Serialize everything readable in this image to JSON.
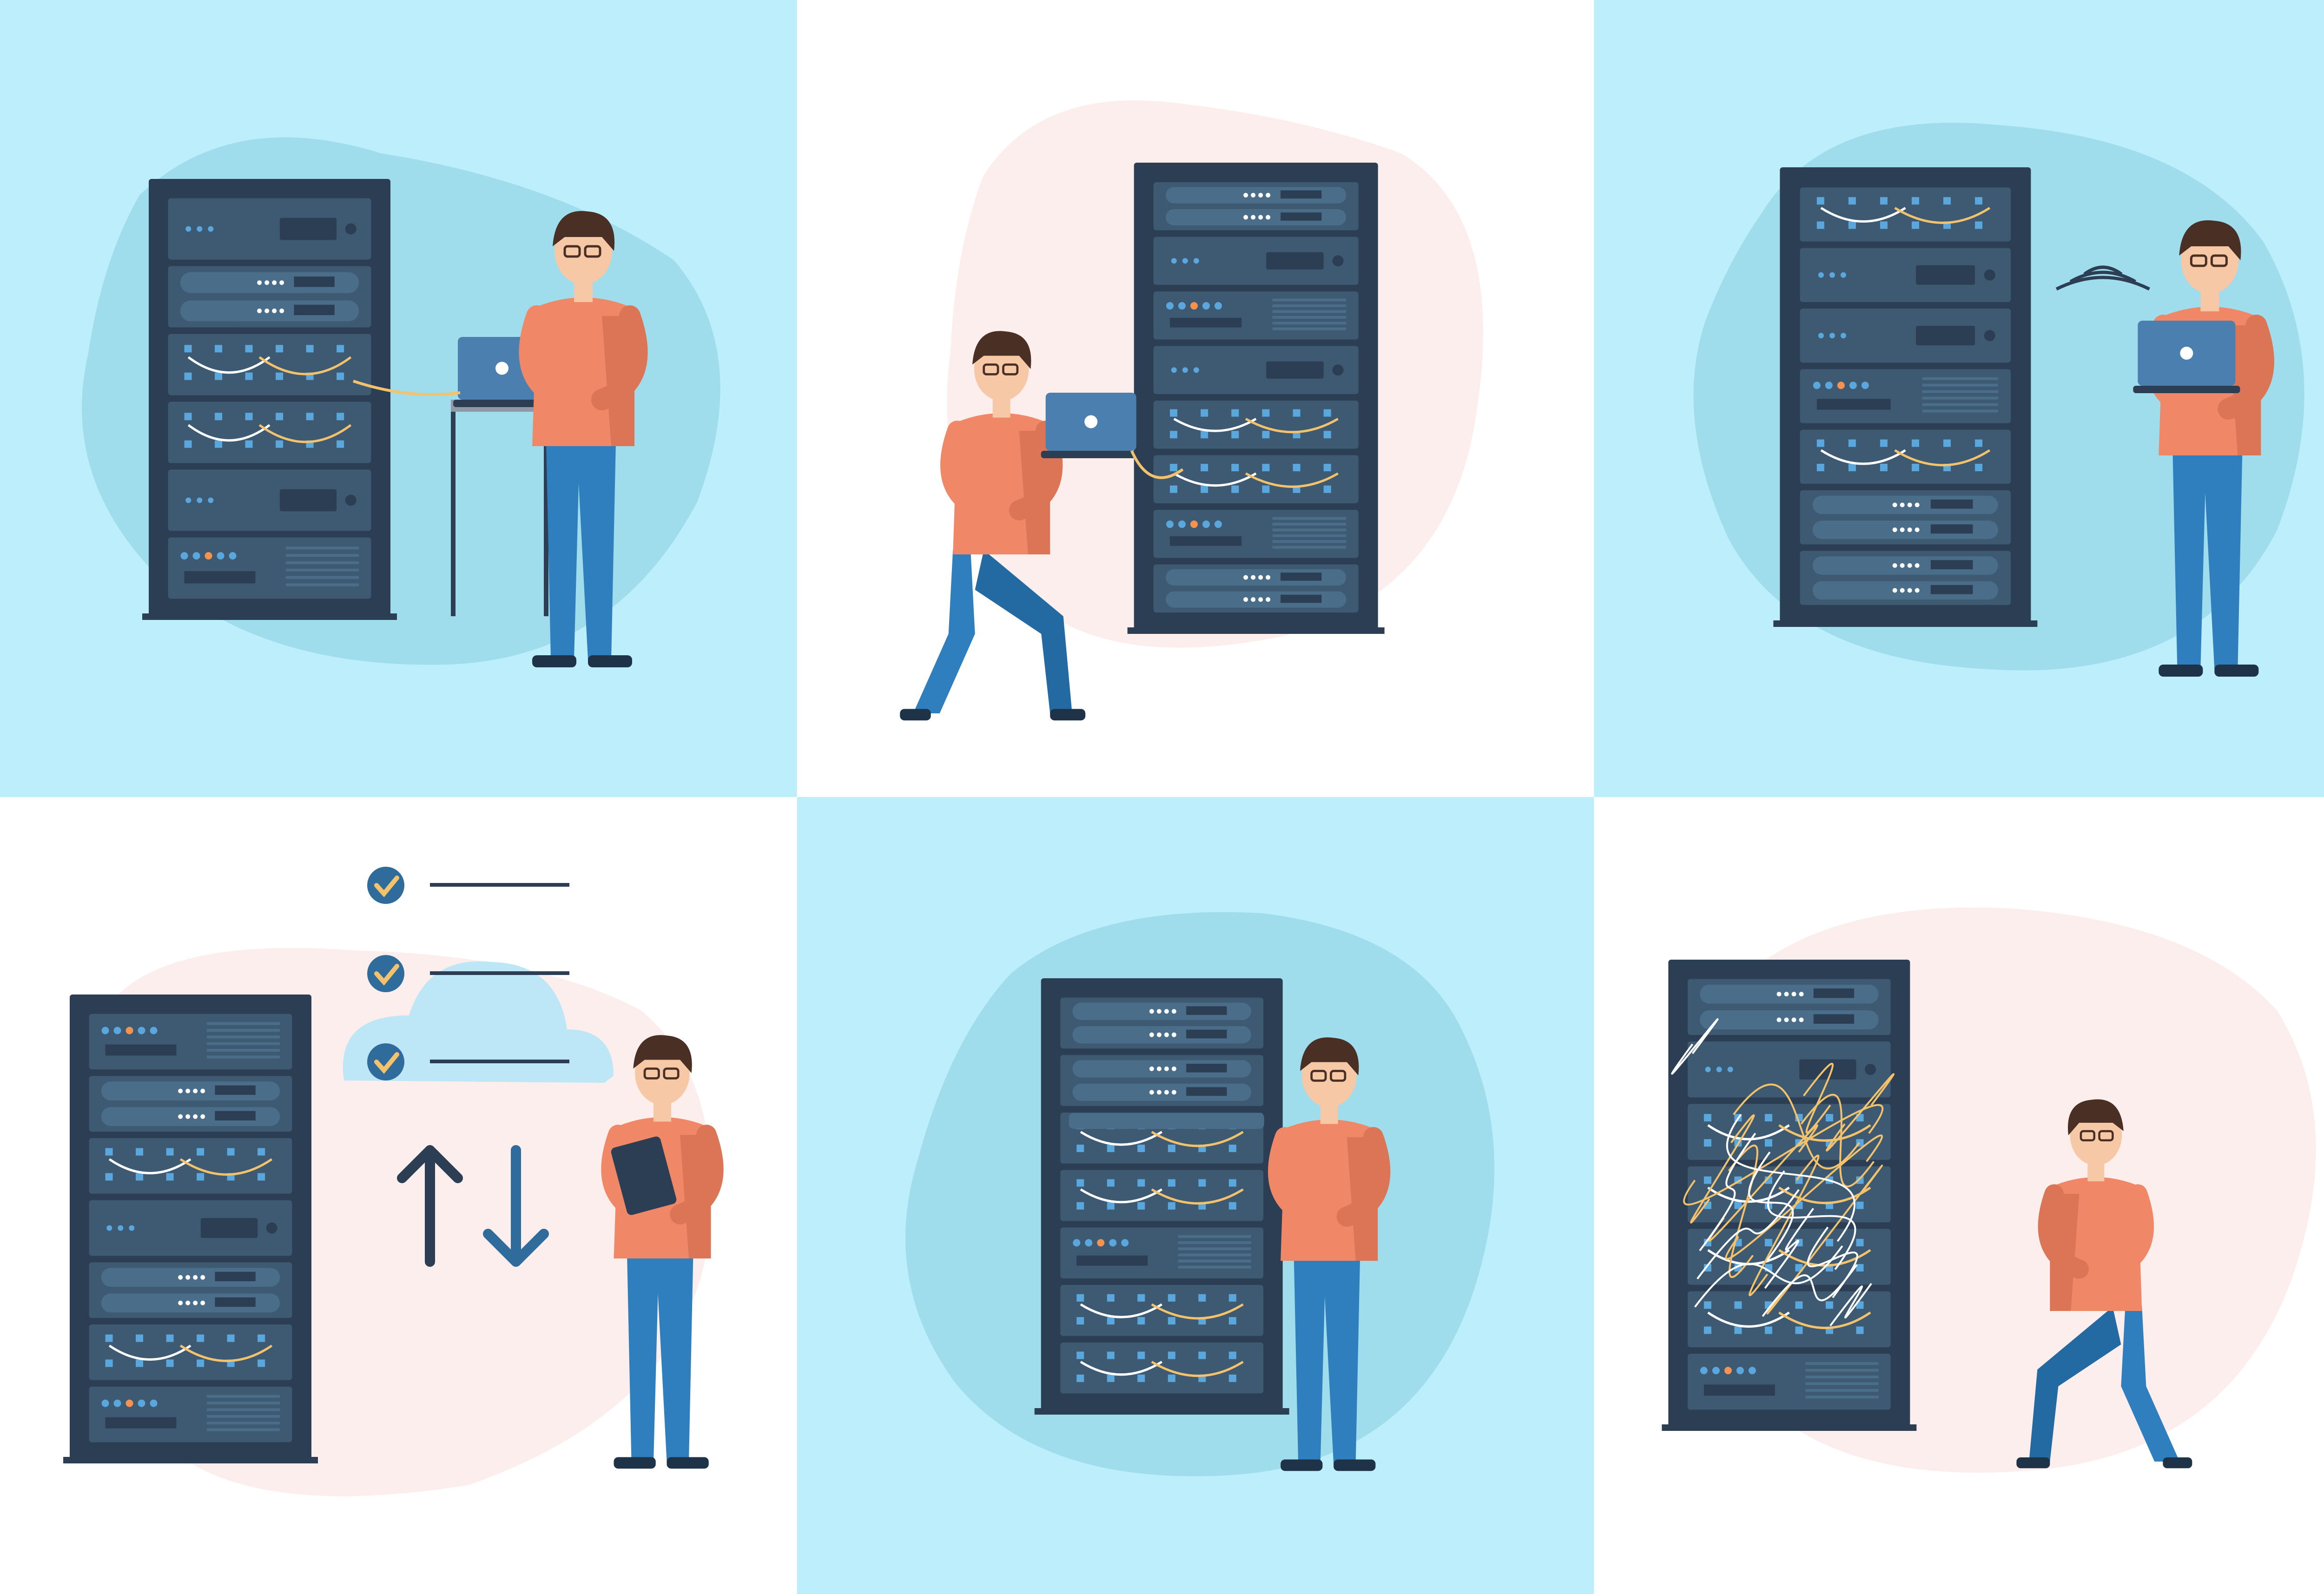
{
  "colors": {
    "tile_blue": "#bdeefc",
    "tile_white": "#ffffff",
    "blob_blue": "#9fdcec",
    "blob_pink": "#fbeeec",
    "rack_body": "#2c3e53",
    "rack_unit": "#3d5a72",
    "rack_unit_light": "#4a6d89",
    "led_blue": "#5aa7dd",
    "led_white": "#ffffff",
    "led_orange": "#f6924f",
    "cable_yellow": "#f4c26b",
    "cable_white": "#ffffff",
    "shirt": "#f08867",
    "shirt_shadow": "#db7556",
    "pants": "#2f7fbf",
    "pants_dark": "#236aa3",
    "hair": "#4a2f24",
    "skin": "#f6c8a6",
    "shoe": "#1f3348",
    "laptop": "#4a7fb0",
    "desk": "#8f9aa6",
    "cloud": "#bde7f6",
    "check_circle": "#2f6c9c",
    "check_mark": "#f4c26b",
    "line": "#2c3e53"
  },
  "tiles": [
    {
      "id": "server-admin-at-desk",
      "bg": "tile_blue",
      "blob": "blob_blue"
    },
    {
      "id": "server-admin-kneeling-laptop",
      "bg": "tile_white",
      "blob": "blob_pink"
    },
    {
      "id": "server-admin-wireless",
      "bg": "tile_blue",
      "blob": "blob_blue"
    },
    {
      "id": "server-cloud-checklist",
      "bg": "tile_white",
      "blob": "blob_pink"
    },
    {
      "id": "server-admin-installing",
      "bg": "tile_blue",
      "blob": "blob_blue"
    },
    {
      "id": "server-admin-tangled-cables",
      "bg": "tile_white",
      "blob": "blob_pink"
    }
  ],
  "icons": [
    "laptop-icon",
    "wifi-icon",
    "cloud-icon",
    "upload-arrow-icon",
    "download-arrow-icon",
    "check-icon",
    "tablet-icon"
  ]
}
